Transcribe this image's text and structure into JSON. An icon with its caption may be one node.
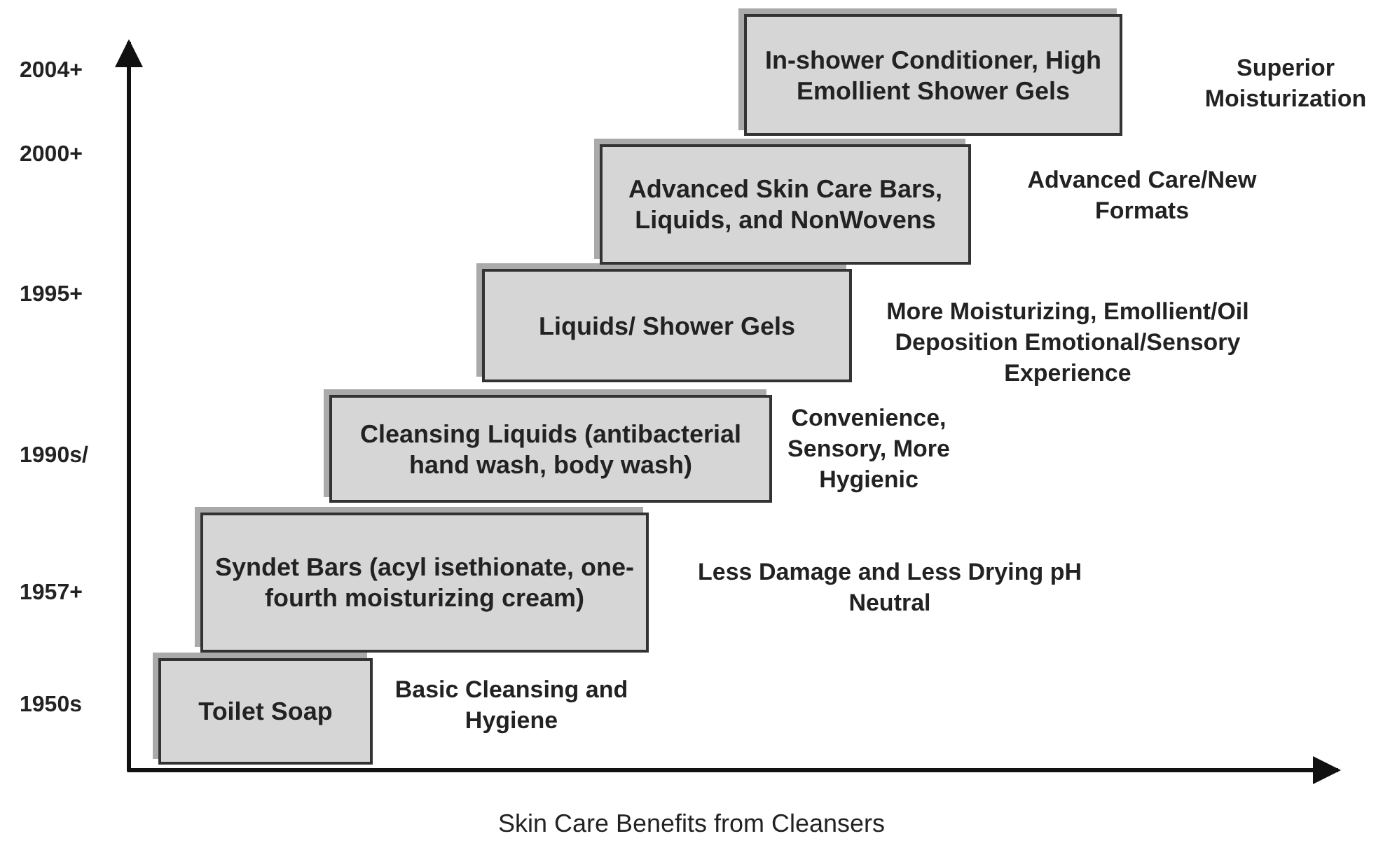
{
  "diagram": {
    "caption": "Skin Care Benefits from Cleansers",
    "nodes": [
      {
        "text": [
          "Toilet Soap"
        ],
        "beside": [
          "Basic Cleansing and Hygiene"
        ]
      },
      {
        "text": [
          "Syndet Bars (acyl isethionate, one-fourth moisturizing cream)"
        ],
        "beside": [
          "Less Damage and Less Drying pH Neutral"
        ]
      },
      {
        "text": [
          "Cleansing Liquids (antibacterial hand wash, body wash)"
        ],
        "beside": [
          "Convenience, Sensory, More Hygienic"
        ]
      },
      {
        "text": [
          "Liquids/ Shower Gels"
        ],
        "beside": [
          "More Moisturizing, Emollient/Oil Deposition Emotional/Sensory Experience"
        ]
      },
      {
        "text": [
          "Advanced Skin Care Bars, Liquids, and NonWovens"
        ],
        "beside": [
          "Advanced Care/New Formats"
        ]
      },
      {
        "text": [
          "In-shower Conditioner, High Emollient Shower Gels"
        ],
        "beside": [
          "Superior Moisturization"
        ]
      }
    ],
    "edges": [],
    "labels": [
      "2004+",
      "2000+",
      "1995+",
      "1990s/",
      "1957+",
      "1950s"
    ]
  }
}
